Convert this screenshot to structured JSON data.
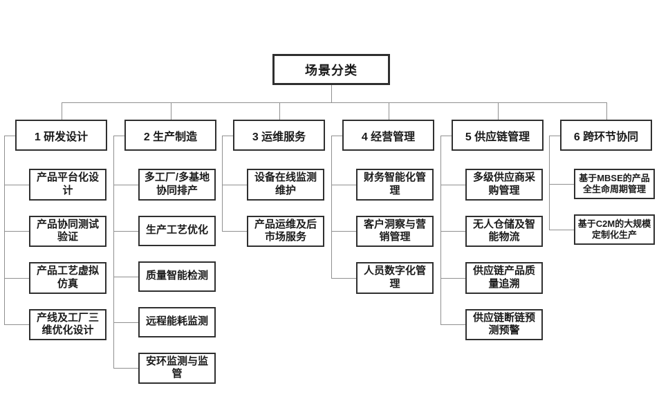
{
  "diagram": {
    "root": {
      "label": "场景分类"
    },
    "columns": [
      {
        "id": "research-design",
        "header": "1 研发设计",
        "children": [
          "产品平台化设计",
          "产品协同测试验证",
          "产品工艺虚拟仿真",
          "产线及工厂三维优化设计"
        ]
      },
      {
        "id": "production-manufacturing",
        "header": "2 生产制造",
        "children": [
          "多工厂/多基地协同排产",
          "生产工艺优化",
          "质量智能检测",
          "远程能耗监测",
          "安环监测与监管"
        ]
      },
      {
        "id": "operations-maintenance-service",
        "header": "3 运维服务",
        "children": [
          "设备在线监测维护",
          "产品运维及后市场服务"
        ]
      },
      {
        "id": "business-management",
        "header": "4 经营管理",
        "children": [
          "财务智能化管理",
          "客户洞察与营销管理",
          "人员数字化管理"
        ]
      },
      {
        "id": "supply-chain-management",
        "header": "5 供应链管理",
        "children": [
          "多级供应商采购管理",
          "无人仓储及智能物流",
          "供应链产品质量追溯",
          "供应链断链预测预警"
        ]
      },
      {
        "id": "cross-link-collaboration",
        "header": "6 跨环节协同",
        "children": [
          "基于MBSE的产品全生命周期管理",
          "基于C2M的大规模定制化生产"
        ]
      }
    ],
    "colors": {
      "background": "#ffffff",
      "box_fill": "#ffffff",
      "box_border": "#2f2f2f",
      "connector": "#8f8f8f",
      "text": "#1a1a1a"
    }
  }
}
